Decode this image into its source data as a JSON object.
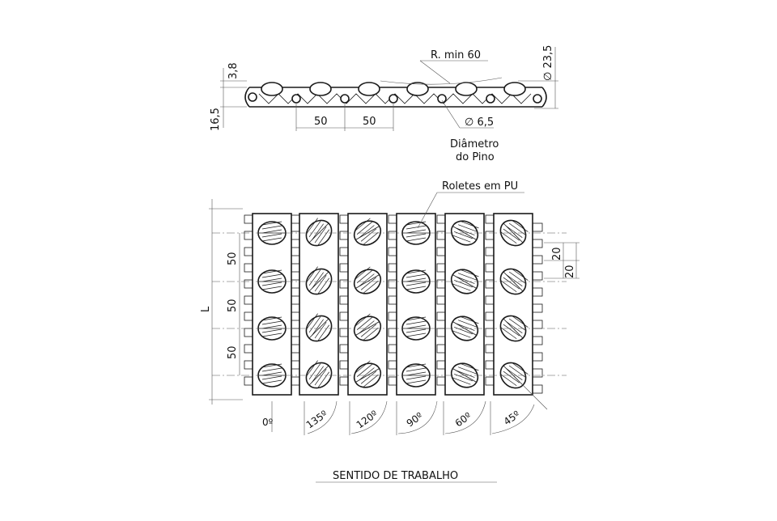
{
  "side_view": {
    "radius_label": "R. min 60",
    "diameter_outer_label": "∅ 23,5",
    "height_top_label": "3,8",
    "height_total_label": "16,5",
    "pitch_labels": [
      "50",
      "50"
    ],
    "pin_diameter_label": "∅ 6,5",
    "pin_caption_line1": "Diâmetro",
    "pin_caption_line2": "do Pino"
  },
  "top_view": {
    "rollers_label": "Roletes em PU",
    "length_label": "L",
    "row_pitch_labels": [
      "50",
      "50",
      "50"
    ],
    "side_dim_labels": [
      "20",
      "20"
    ],
    "angle_labels": [
      "0º",
      "135º",
      "120º",
      "90º",
      "60º",
      "45º"
    ]
  },
  "direction_label": "SENTIDO DE TRABALHO",
  "colors": {
    "line": "#1a1a1a",
    "background": "#ffffff"
  }
}
